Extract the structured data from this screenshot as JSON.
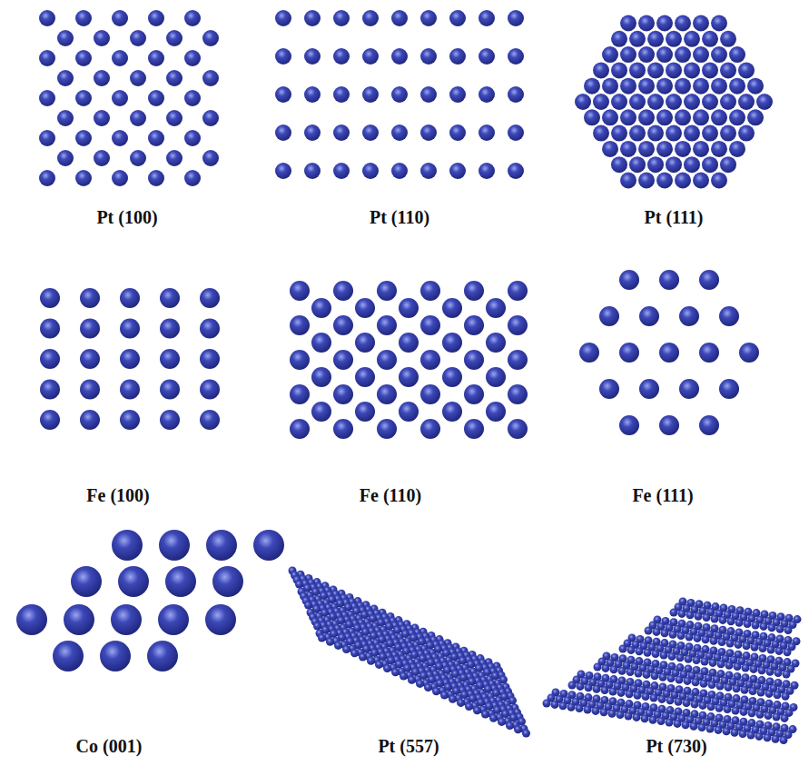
{
  "diagram": {
    "labels": [
      "Pt (100)",
      "Pt (110)",
      "Pt (111)",
      "Fe (100)",
      "Fe (110)",
      "Fe (111)",
      "Co (001)",
      "Pt (557)",
      "Pt (730)"
    ]
  }
}
